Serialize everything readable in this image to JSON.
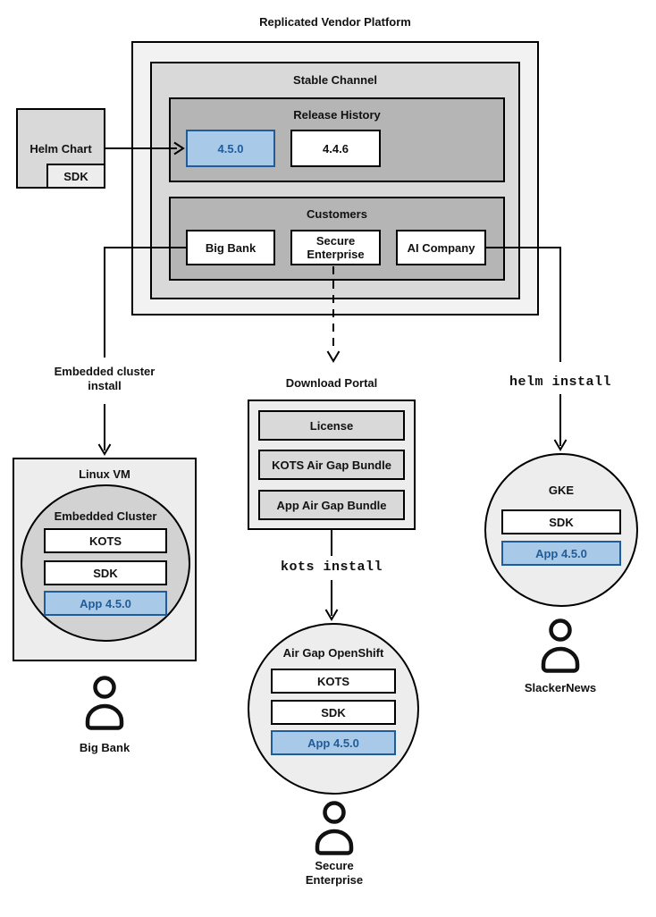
{
  "title": "Replicated Vendor Platform",
  "stable_channel": {
    "label": "Stable Channel",
    "release_history": {
      "label": "Release History",
      "current": "4.5.0",
      "previous": "4.4.6"
    },
    "customers": {
      "label": "Customers",
      "items": [
        "Big Bank",
        "Secure Enterprise",
        "AI Company"
      ]
    }
  },
  "helm_chart": {
    "label": "Helm Chart",
    "sdk_label": "SDK"
  },
  "download_portal": {
    "label": "Download Portal",
    "items": [
      "License",
      "KOTS Air Gap Bundle",
      "App Air Gap Bundle"
    ]
  },
  "linux_vm": {
    "label": "Linux VM",
    "cluster_label": "Embedded Cluster",
    "components": [
      "KOTS",
      "SDK",
      "App 4.5.0"
    ]
  },
  "gke": {
    "label": "GKE",
    "components": [
      "SDK",
      "App 4.5.0"
    ]
  },
  "air_gap_openshift": {
    "label": "Air Gap OpenShift",
    "components": [
      "KOTS",
      "SDK",
      "App 4.5.0"
    ]
  },
  "edge_labels": {
    "embedded_cluster_install": "Embedded cluster install",
    "helm_install": "helm install",
    "kots_install": "kots install"
  },
  "users": {
    "big_bank": "Big Bank",
    "secure_enterprise": "Secure Enterprise",
    "slackernews": "SlackerNews"
  },
  "colors": {
    "accent_fill": "#a9c9e9",
    "accent_border": "#1f5c99",
    "accent_text": "#1f5c99",
    "outer_fill": "#f2f2f2",
    "mid_fill": "#d9d9d9",
    "inner_fill": "#b5b5b5",
    "panel_fill": "#ededed",
    "cluster_fill": "#d2d2d2"
  }
}
